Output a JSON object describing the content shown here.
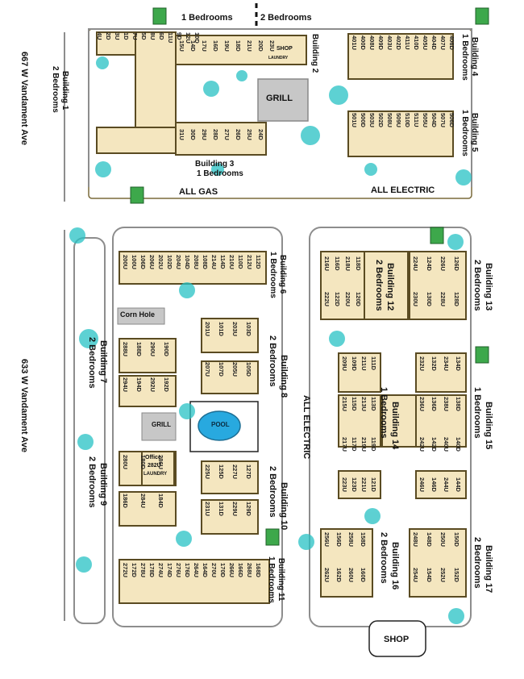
{
  "streets": {
    "top_left": "667 W Vandament Ave",
    "bottom_left": "633 W Vandament Ave"
  },
  "section_labels": {
    "one_bed": "1 Bedrooms",
    "two_bed": "2 Bedrooms",
    "all_gas": "ALL GAS",
    "all_electric_top": "ALL ELECTRIC",
    "all_electric_mid": "ALL ELECTRIC"
  },
  "amenities": {
    "grill_top": "GRILL",
    "grill_mid": "GRILL",
    "shop_b2": "SHOP",
    "laundry_b2": "LAUNDRY",
    "corn_hole": "Corn Hole",
    "pool": "POOL",
    "office_title": "Office",
    "office_unit": "282U",
    "office_laundry": "LAUNDRY",
    "shop_bottom": "SHOP"
  },
  "buildings": [
    {
      "name": "Building 1",
      "beds": "2 Bedrooms",
      "units": [
        "4U",
        "2D",
        "3U",
        "1D",
        "7U",
        "5D",
        "8U",
        "6D",
        "11U",
        "9D",
        "12U",
        "10D"
      ]
    },
    {
      "name": "Building 2",
      "units": [
        "15U",
        "14D",
        "17U",
        "16D",
        "19U",
        "18D",
        "21U",
        "20D",
        "23U"
      ]
    },
    {
      "name": "Building 3",
      "beds": "1 Bedrooms",
      "units": [
        "31U",
        "30D",
        "29U",
        "28D",
        "27U",
        "26D",
        "25U",
        "24D"
      ]
    },
    {
      "name": "Building 4",
      "beds": "1 Bedrooms",
      "units": [
        "401U",
        "400D",
        "408U",
        "409D",
        "403U",
        "402D",
        "411U",
        "410D",
        "405U",
        "404D",
        "407U",
        "406D"
      ]
    },
    {
      "name": "Building 5",
      "beds": "1 Bedrooms",
      "units": [
        "501U",
        "500D",
        "503U",
        "502D",
        "508U",
        "509U",
        "510D",
        "511U",
        "505U",
        "504D",
        "507U",
        "506D"
      ]
    },
    {
      "name": "Building 6",
      "beds": "1 Bedrooms",
      "units": [
        "200U",
        "100U",
        "106D",
        "206U",
        "202U",
        "102D",
        "204U",
        "104D",
        "208U",
        "108D",
        "214U",
        "114D",
        "210U",
        "110D",
        "212U",
        "112D"
      ]
    },
    {
      "name": "Building 7",
      "beds": "2 Bedrooms",
      "units": [
        "288U",
        "188D",
        "290U",
        "190D",
        "294U",
        "194D",
        "292U",
        "192D"
      ]
    },
    {
      "name": "Building 8",
      "beds": "2 Bedrooms",
      "units": [
        "201U",
        "101D",
        "203U",
        "103D",
        "207U",
        "107D",
        "205U",
        "105D"
      ]
    },
    {
      "name": "Building 9",
      "beds": "2 Bedrooms",
      "units": [
        "280U",
        "180D",
        "286U",
        "186D",
        "284U",
        "184D"
      ]
    },
    {
      "name": "Building 10",
      "beds": "2 Bedrooms",
      "units": [
        "225U",
        "125D",
        "227U",
        "127D",
        "231U",
        "131D",
        "229U",
        "129D"
      ]
    },
    {
      "name": "Building 11",
      "beds": "1 Bedrooms",
      "units": [
        "272U",
        "172D",
        "278U",
        "178D",
        "274U",
        "174D",
        "276U",
        "176D",
        "264U",
        "164D",
        "270U",
        "170D",
        "266U",
        "166D",
        "268U",
        "168D"
      ]
    },
    {
      "name": "Building 12",
      "beds": "2 Bedrooms",
      "units": [
        "216U",
        "116D",
        "218U",
        "118D",
        "222U",
        "122D",
        "220U",
        "120D"
      ]
    },
    {
      "name": "Building 13",
      "beds": "2 Bedrooms",
      "units": [
        "224U",
        "124D",
        "226U",
        "126D",
        "230U",
        "130D",
        "228U",
        "128D"
      ]
    },
    {
      "name": "Building 14",
      "beds": "1 Bedrooms",
      "units": [
        "209U",
        "109D",
        "211U",
        "111D",
        "215U",
        "115D",
        "213U",
        "113D",
        "217U",
        "117D",
        "219U",
        "119D",
        "223U",
        "123D",
        "221U",
        "121D"
      ]
    },
    {
      "name": "Building 15",
      "beds": "1 Bedrooms",
      "units": [
        "232U",
        "132D",
        "234U",
        "134D",
        "236U",
        "136D",
        "238U",
        "138D",
        "242U",
        "142D",
        "240U",
        "140D",
        "246U",
        "146D",
        "244U",
        "144D"
      ]
    },
    {
      "name": "Building 16",
      "beds": "2 Bedrooms",
      "units": [
        "256U",
        "156D",
        "258U",
        "158D",
        "262U",
        "162D",
        "260U",
        "160D"
      ]
    },
    {
      "name": "Building 17",
      "beds": "2 Bedrooms",
      "units": [
        "248U",
        "148D",
        "250U",
        "150D",
        "254U",
        "154D",
        "252U",
        "152D"
      ]
    }
  ]
}
